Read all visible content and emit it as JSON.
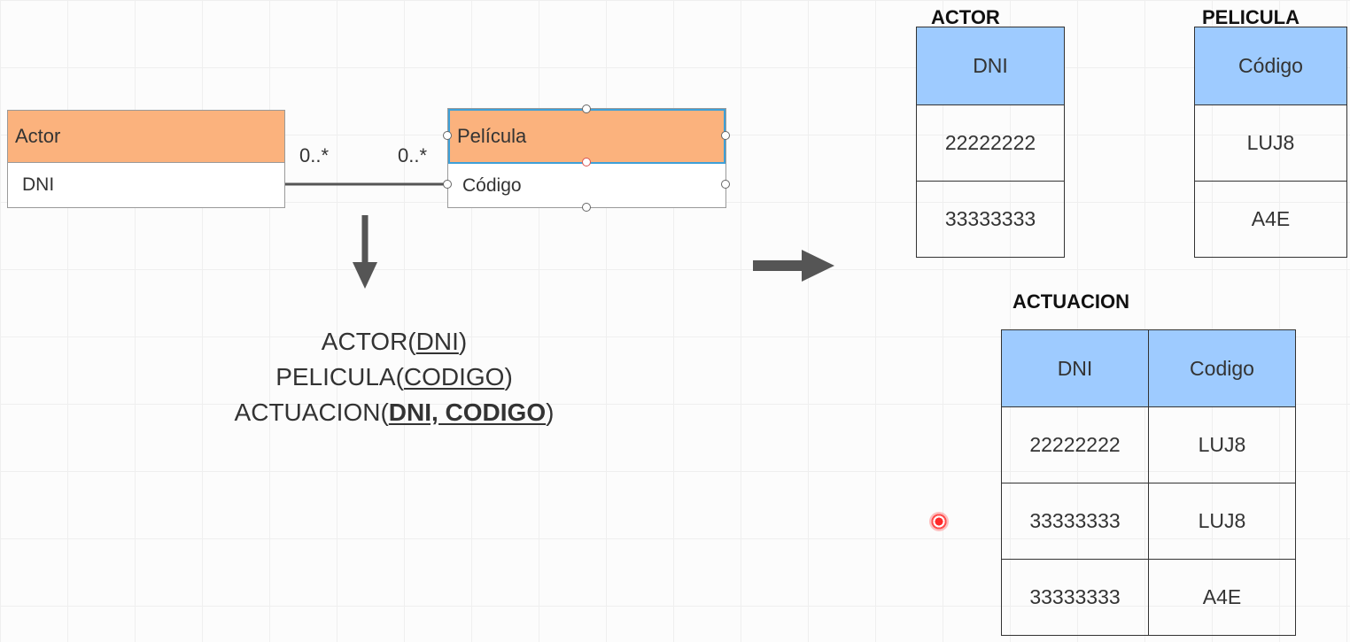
{
  "uml": {
    "actor": {
      "name": "Actor",
      "attribute": "DNI"
    },
    "pelicula": {
      "name": "Película",
      "attribute": "Código"
    },
    "association": {
      "left_multiplicity": "0..*",
      "right_multiplicity": "0..*"
    }
  },
  "schema": {
    "actor": {
      "name": "ACTOR(",
      "key": "DNI",
      "close": ")"
    },
    "pelicula": {
      "name": "PELICULA(",
      "key": "CODIGO",
      "close": ")"
    },
    "actuacion": {
      "name": "ACTUACION(",
      "key": "DNI, CODIGO",
      "close": ")"
    }
  },
  "tables": {
    "actor": {
      "title": "ACTOR",
      "header": "DNI",
      "rows": [
        "22222222",
        "33333333"
      ]
    },
    "pelicula": {
      "title": "PELICULA",
      "header": "Código",
      "rows": [
        "LUJ8",
        "A4E"
      ]
    },
    "actuacion": {
      "title": "ACTUACION",
      "headers": [
        "DNI",
        "Codigo"
      ],
      "rows": [
        [
          "22222222",
          "LUJ8"
        ],
        [
          "33333333",
          "LUJ8"
        ],
        [
          "33333333",
          "A4E"
        ]
      ]
    }
  },
  "colors": {
    "class_header": "#fbb27d",
    "table_header": "#9ecbff",
    "selection": "#3ea0d8",
    "cursor": "#ff2a2a"
  }
}
